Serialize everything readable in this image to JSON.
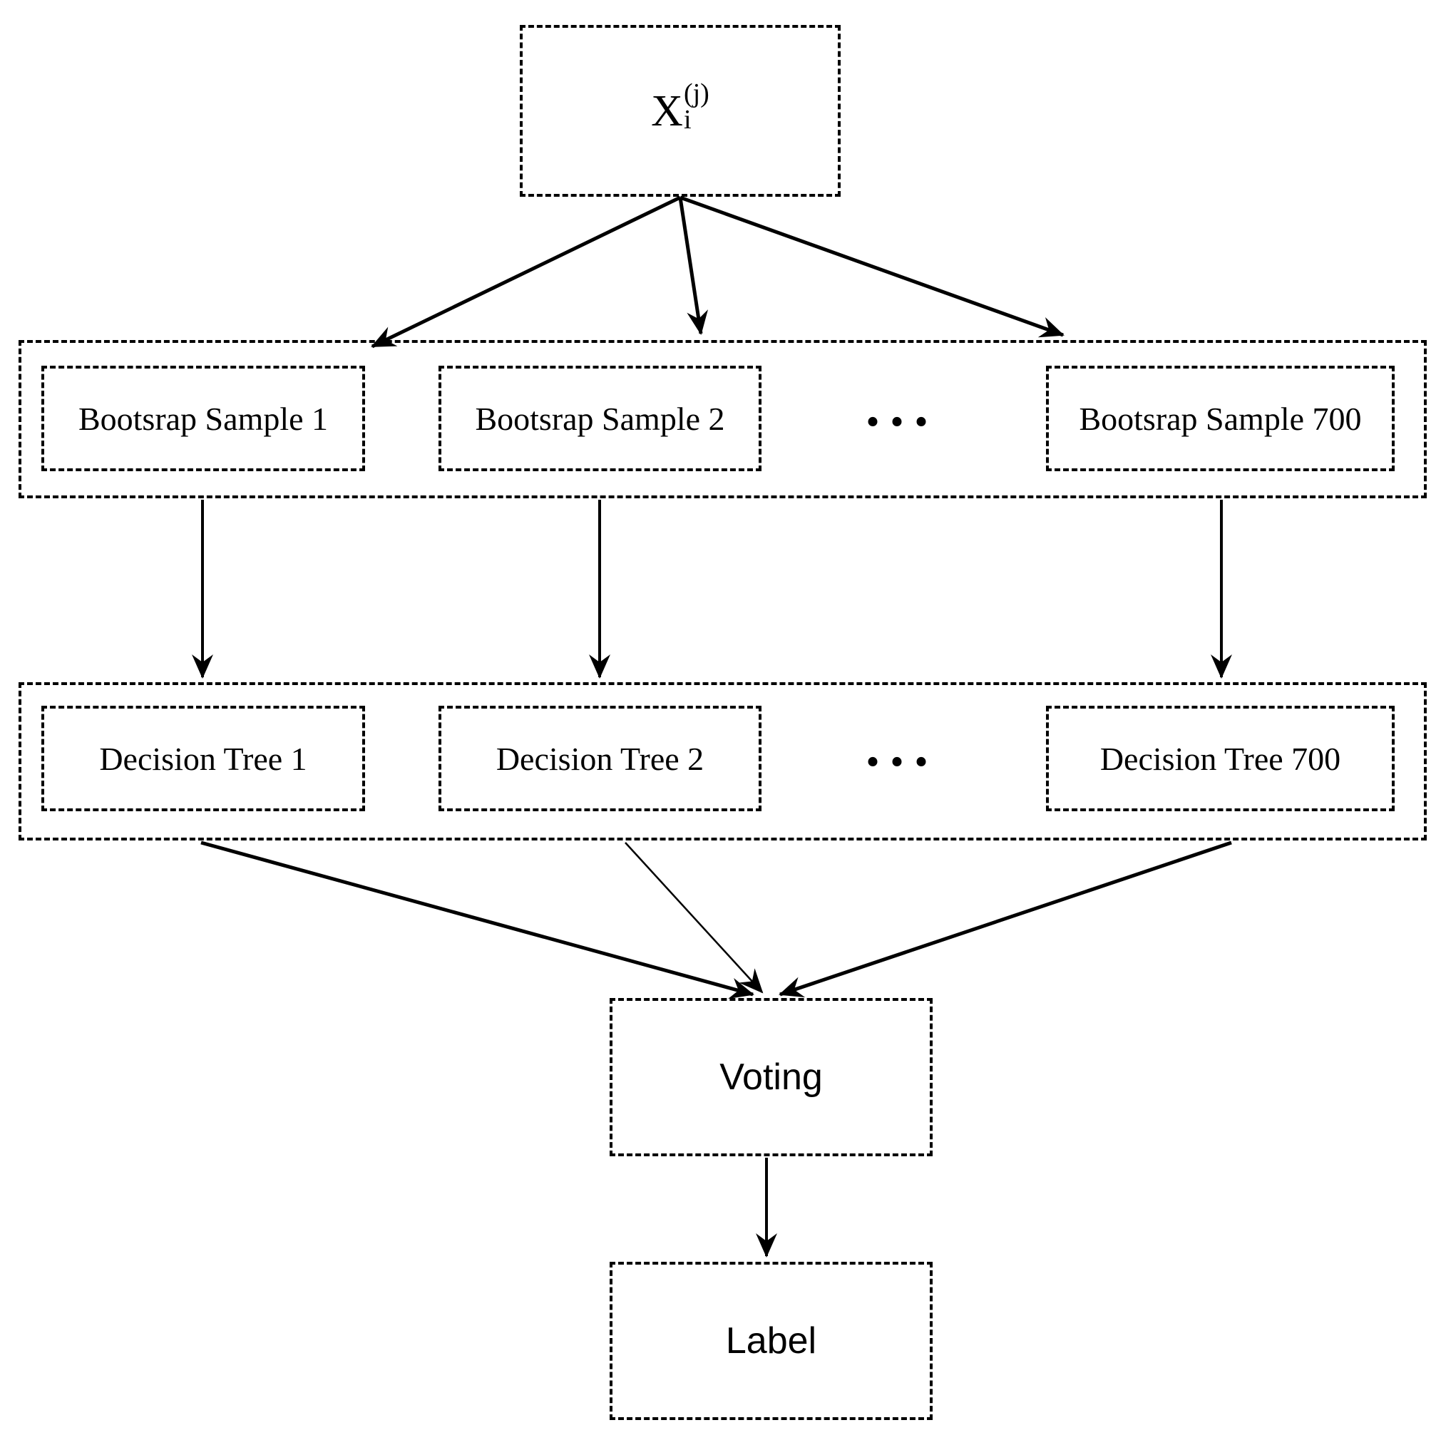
{
  "diagram": {
    "background": "#ffffff",
    "stroke_color": "#000000",
    "input_node": {
      "base": "X",
      "subscript": "i",
      "superscript": "(j)"
    },
    "bootstrap_row": {
      "ellipsis": "...",
      "items": [
        {
          "label": "Bootsrap Sample 1"
        },
        {
          "label": "Bootsrap Sample 2"
        },
        {
          "label": "Bootsrap Sample 700"
        }
      ]
    },
    "decision_row": {
      "ellipsis": "...",
      "items": [
        {
          "label": "Decision Tree 1"
        },
        {
          "label": "Decision Tree 2"
        },
        {
          "label": "Decision Tree 700"
        }
      ]
    },
    "voting_node": {
      "label": "Voting"
    },
    "output_node": {
      "label": "Label"
    }
  }
}
